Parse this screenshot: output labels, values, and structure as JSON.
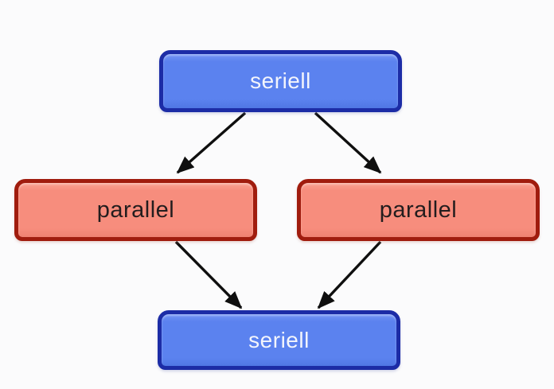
{
  "diagram": {
    "background_color": "#fbfbfc",
    "arrow_color": "#0f0f0f",
    "nodes": [
      {
        "id": "seriell-top",
        "label": "seriell",
        "kind": "seriell",
        "fill": "#5b82ef",
        "border_color": "#1c2ca6",
        "text_color": "#f3f5fc"
      },
      {
        "id": "parallel-left",
        "label": "parallel",
        "kind": "parallel",
        "fill": "#f78d7d",
        "border_color": "#a01c0e",
        "text_color": "#231d1e"
      },
      {
        "id": "parallel-right",
        "label": "parallel",
        "kind": "parallel",
        "fill": "#f78d7d",
        "border_color": "#a01c0e",
        "text_color": "#231d1e"
      },
      {
        "id": "seriell-bottom",
        "label": "seriell",
        "kind": "seriell",
        "fill": "#5b82ef",
        "border_color": "#1c2ca6",
        "text_color": "#f3f5fc"
      }
    ],
    "edges": [
      {
        "from": "seriell-top",
        "to": "parallel-left"
      },
      {
        "from": "seriell-top",
        "to": "parallel-right"
      },
      {
        "from": "parallel-left",
        "to": "seriell-bottom"
      },
      {
        "from": "parallel-right",
        "to": "seriell-bottom"
      }
    ]
  }
}
